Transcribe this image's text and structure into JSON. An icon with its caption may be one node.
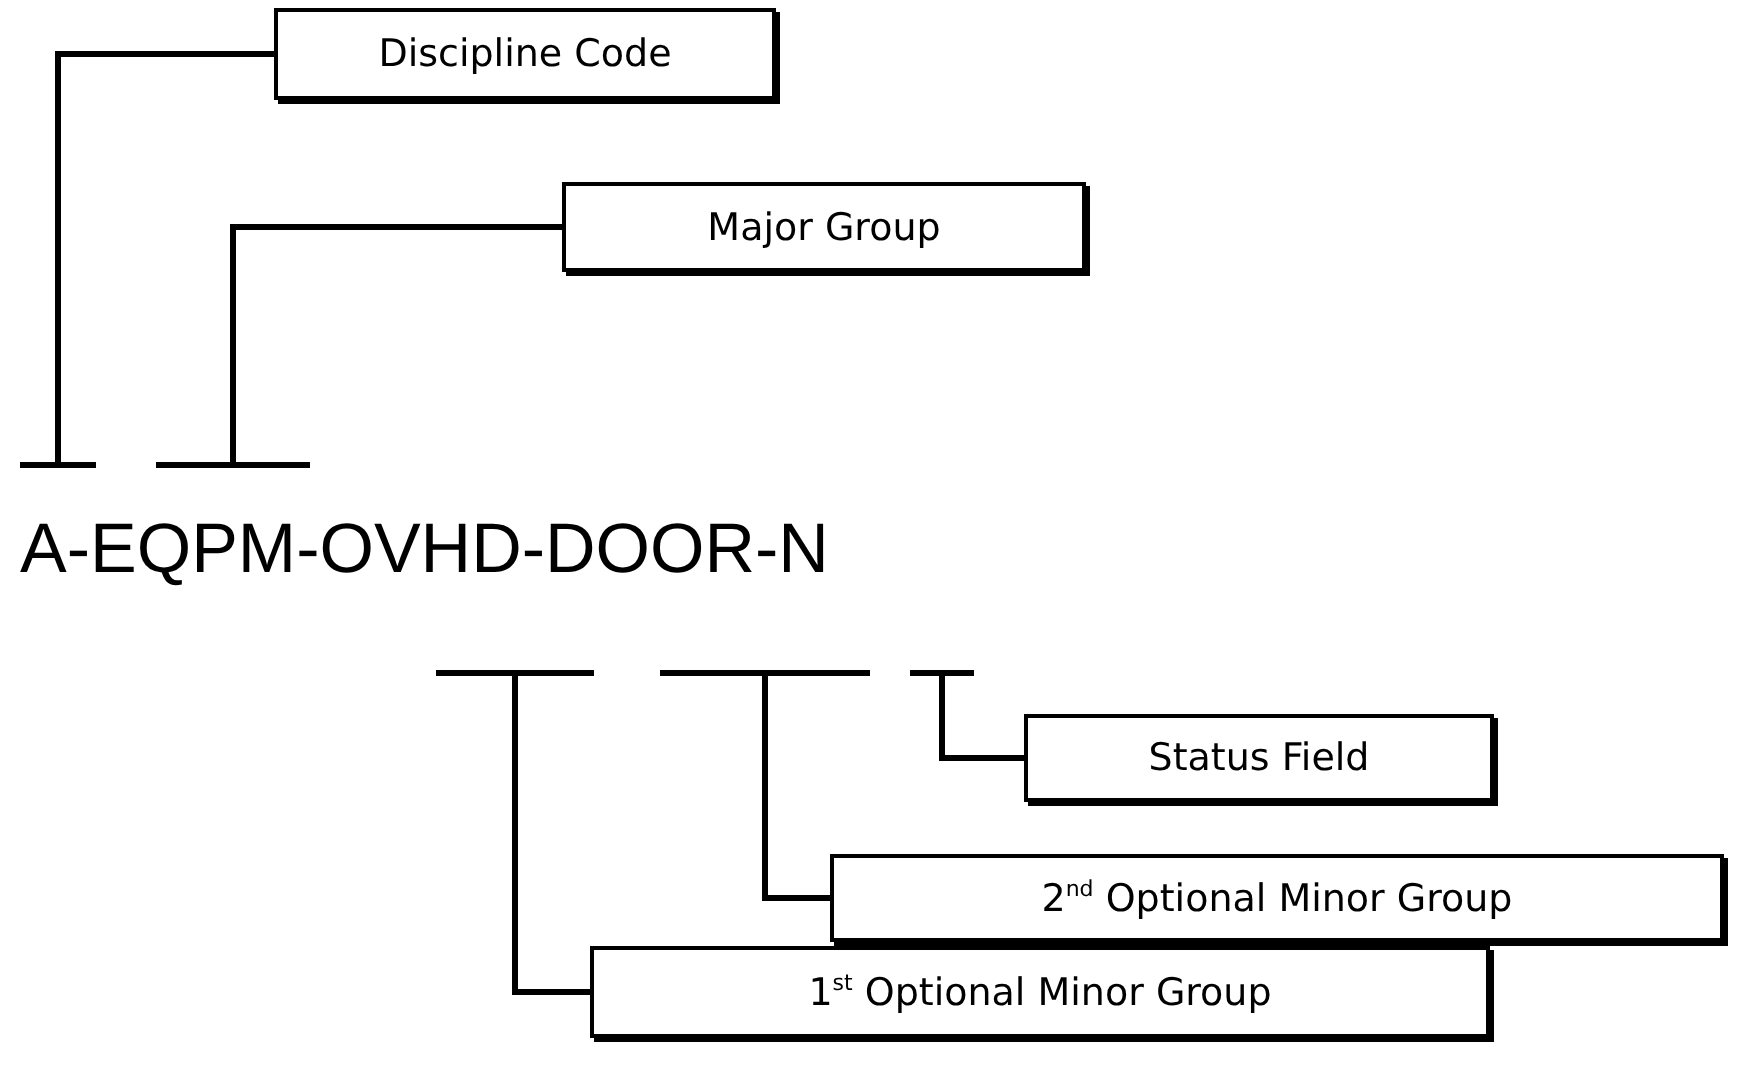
{
  "diagram": {
    "nodes": [
      {
        "text": [
          "Discipline Code"
        ]
      },
      {
        "text": [
          "Major Group"
        ]
      },
      {
        "text": [],
        "shape": "bar"
      },
      {
        "text": [],
        "shape": "bar"
      },
      {
        "text": [],
        "shape": "bar"
      },
      {
        "text": [],
        "shape": "bar"
      },
      {
        "text": [],
        "shape": "bar"
      },
      {
        "text": [
          "Status Field"
        ]
      },
      {
        "text": [
          "2$^{nd}$ Optional Minor Group"
        ]
      },
      {
        "text": [
          "1$^{st}$ Optional Minor Group"
        ]
      }
    ],
    "edges": [
      {
        "from": 0,
        "to": 2,
        "arrow": "none"
      },
      {
        "from": 1,
        "to": 3,
        "arrow": "none"
      },
      {
        "from": 9,
        "to": 4,
        "arrow": "none"
      },
      {
        "from": 8,
        "to": 5,
        "arrow": "none"
      },
      {
        "from": 7,
        "to": 6,
        "arrow": "none"
      }
    ],
    "labels": [
      "A-EQPM-OVHD-DOOR-N"
    ]
  }
}
